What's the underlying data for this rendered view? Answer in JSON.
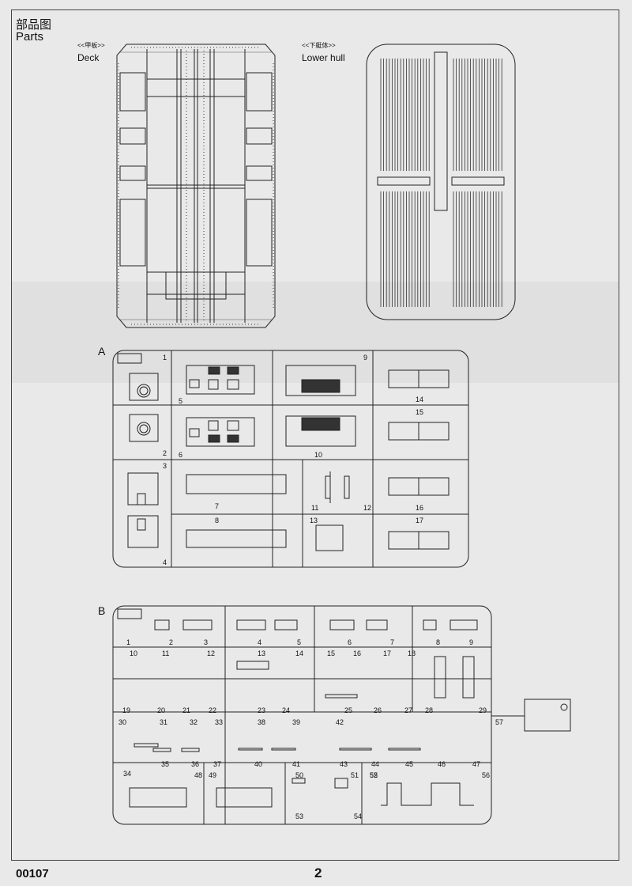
{
  "page": {
    "title_cn": "部品图",
    "title_en": "Parts",
    "item_code": "00107",
    "page_number": "2"
  },
  "parts": {
    "deck": {
      "label_cn": "<<甲板>>",
      "label_en": "Deck"
    },
    "lower_hull": {
      "label_cn": "<<下艇体>>",
      "label_en": "Lower hull"
    }
  },
  "sprues": [
    {
      "letter": "A",
      "parts": [
        "1",
        "2",
        "3",
        "4",
        "5",
        "6",
        "7",
        "8",
        "9",
        "10",
        "11",
        "12",
        "13",
        "14",
        "15",
        "16",
        "17"
      ]
    },
    {
      "letter": "B",
      "parts": [
        "1",
        "2",
        "3",
        "4",
        "5",
        "6",
        "7",
        "8",
        "9",
        "10",
        "11",
        "12",
        "13",
        "14",
        "15",
        "16",
        "17",
        "18",
        "19",
        "20",
        "21",
        "22",
        "23",
        "24",
        "25",
        "26",
        "27",
        "28",
        "29",
        "30",
        "31",
        "32",
        "33",
        "34",
        "35",
        "36",
        "37",
        "38",
        "39",
        "40",
        "41",
        "42",
        "43",
        "44",
        "45",
        "46",
        "47",
        "48",
        "49",
        "50",
        "51",
        "52",
        "53",
        "54",
        "55",
        "56",
        "57"
      ]
    }
  ]
}
